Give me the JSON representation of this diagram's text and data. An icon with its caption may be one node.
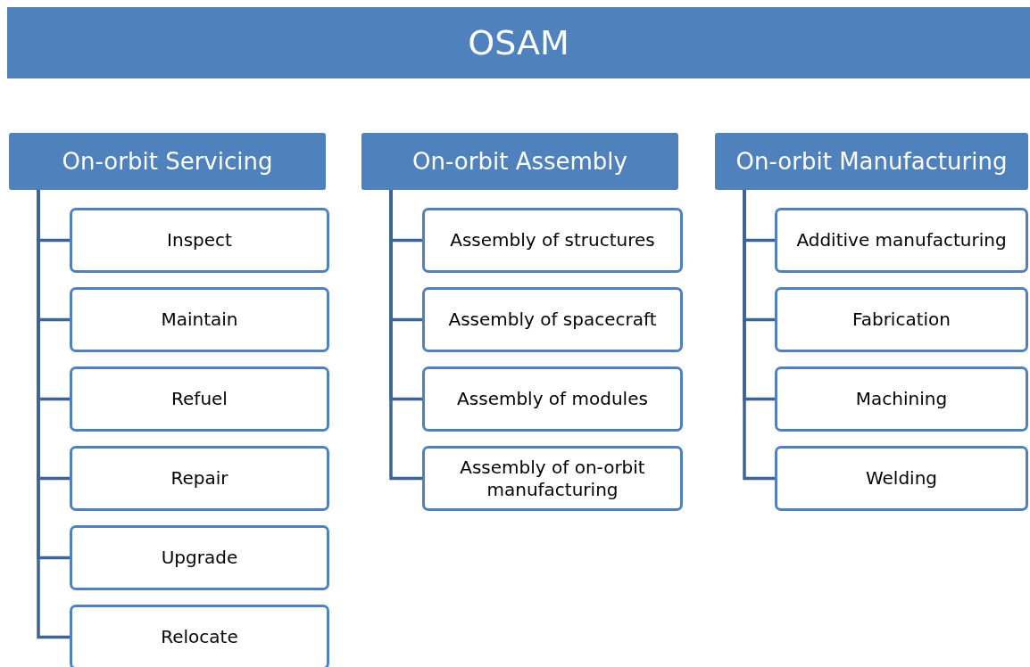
{
  "diagram": {
    "nodes": [
      {
        "text": [
          "OSAM"
        ]
      },
      {
        "text": [
          "On-orbit Servicing"
        ]
      },
      {
        "text": [
          "Inspect"
        ]
      },
      {
        "text": [
          "Maintain"
        ]
      },
      {
        "text": [
          "Refuel"
        ]
      },
      {
        "text": [
          "Repair"
        ]
      },
      {
        "text": [
          "Upgrade"
        ]
      },
      {
        "text": [
          "Relocate"
        ]
      },
      {
        "text": [
          "On-orbit Assembly"
        ]
      },
      {
        "text": [
          "Assembly of structures"
        ]
      },
      {
        "text": [
          "Assembly of spacecraft"
        ]
      },
      {
        "text": [
          "Assembly of modules"
        ]
      },
      {
        "text": [
          "Assembly of on-orbit manufacturing"
        ]
      },
      {
        "text": [
          "On-orbit Manufacturing"
        ]
      },
      {
        "text": [
          "Additive manufacturing"
        ]
      },
      {
        "text": [
          "Fabrication"
        ]
      },
      {
        "text": [
          "Machining"
        ]
      },
      {
        "text": [
          "Welding"
        ]
      }
    ],
    "edges": [
      {
        "from": 1,
        "to": 2,
        "arrow": "none"
      },
      {
        "from": 1,
        "to": 3,
        "arrow": "none"
      },
      {
        "from": 1,
        "to": 4,
        "arrow": "none"
      },
      {
        "from": 1,
        "to": 5,
        "arrow": "none"
      },
      {
        "from": 1,
        "to": 6,
        "arrow": "none"
      },
      {
        "from": 1,
        "to": 7,
        "arrow": "none"
      },
      {
        "from": 8,
        "to": 9,
        "arrow": "none"
      },
      {
        "from": 8,
        "to": 10,
        "arrow": "none"
      },
      {
        "from": 8,
        "to": 11,
        "arrow": "none"
      },
      {
        "from": 8,
        "to": 12,
        "arrow": "none"
      },
      {
        "from": 13,
        "to": 14,
        "arrow": "none"
      },
      {
        "from": 13,
        "to": 15,
        "arrow": "none"
      },
      {
        "from": 13,
        "to": 16,
        "arrow": "none"
      },
      {
        "from": 13,
        "to": 17,
        "arrow": "none"
      }
    ]
  }
}
